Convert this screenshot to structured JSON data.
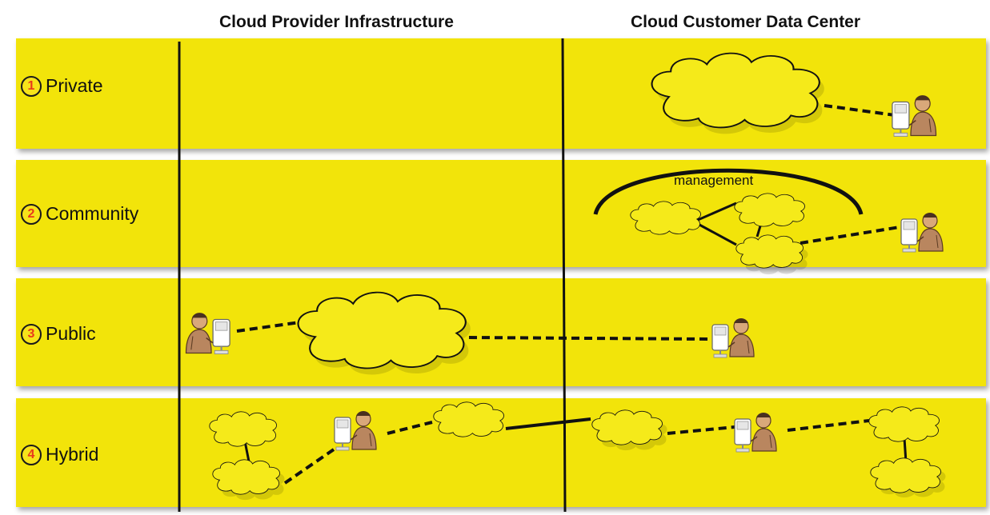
{
  "columns": {
    "provider": "Cloud Provider Infrastructure",
    "customer": "Cloud Customer Data Center"
  },
  "rows": [
    {
      "number": "1",
      "label": "Private"
    },
    {
      "number": "2",
      "label": "Community"
    },
    {
      "number": "3",
      "label": "Public"
    },
    {
      "number": "4",
      "label": "Hybrid"
    }
  ],
  "annotations": {
    "management": "management"
  },
  "colors": {
    "band": "#f2e40a",
    "number": "#e83a1c",
    "line": "#111111"
  },
  "icons": [
    "cloud-icon",
    "user-at-computer-icon"
  ]
}
